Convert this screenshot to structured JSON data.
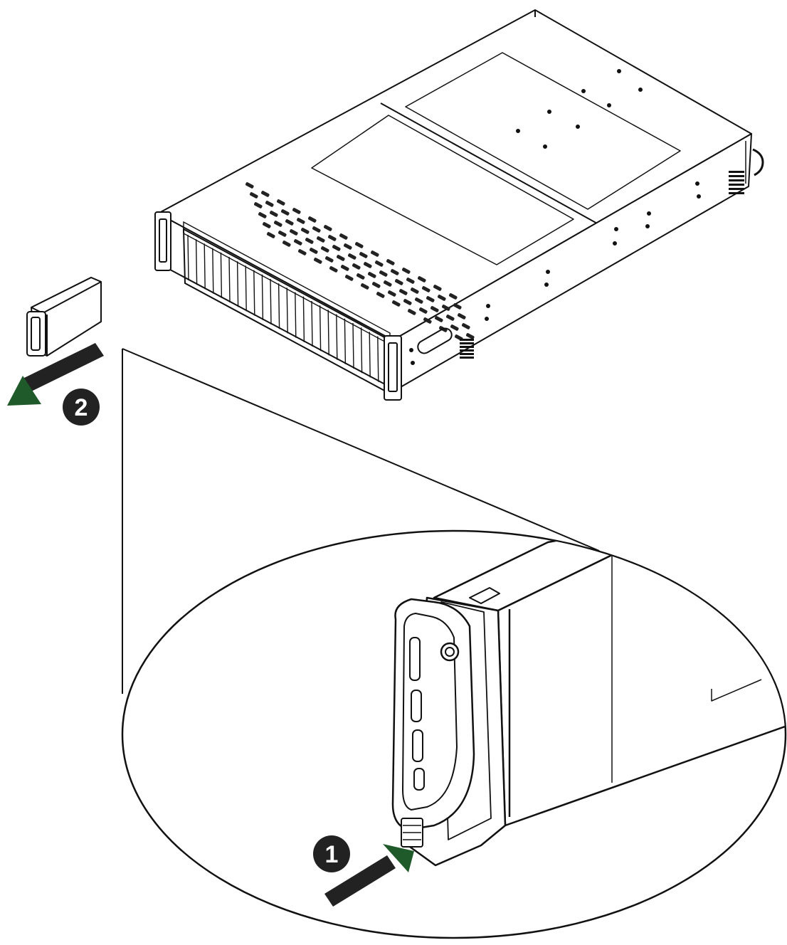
{
  "steps": [
    {
      "number": "1",
      "action": "press-release-button"
    },
    {
      "number": "2",
      "action": "pull-drive-out"
    }
  ],
  "colors": {
    "line": "#111111",
    "arrow_green": "#1f5a2a",
    "badge_fill": "#222222",
    "background": "#ffffff"
  },
  "icons": [
    "server-chassis-icon",
    "drive-carrier-icon",
    "release-arrow-icon",
    "pull-arrow-icon"
  ]
}
